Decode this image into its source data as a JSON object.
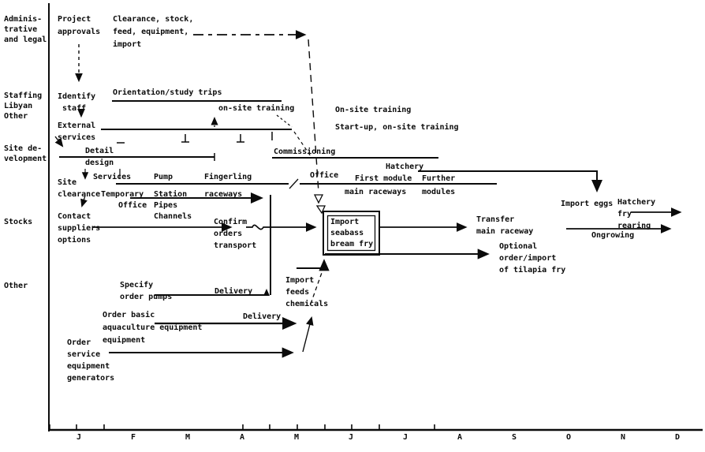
{
  "categories": {
    "admin": "Adminis-\ntrative\nand legal",
    "staffing": "Staffing\nLibyan\nOther",
    "site_development": "Site de-\nvelopment",
    "stocks": "Stocks",
    "other": "Other"
  },
  "labels": {
    "project_approvals": "Project\napprovals",
    "clearance_stock": "Clearance, stock,\nfeed, equipment,\nimport",
    "identify_staff": "Identify\n staff",
    "orientation_study_trips": "Orientation/study trips",
    "on_site_training_small": "on-site training",
    "external_services": "External\nservices",
    "on_site_training": "On-site training",
    "startup_training": "Start-up, on-site training",
    "detail_design": "Detail\ndesign",
    "commissioning": "Commissioning",
    "office_node": "Office",
    "hatchery": "Hatchery",
    "services": "Services",
    "temporary": "Temporary",
    "temp_office": "Office",
    "pump": "Pump",
    "station": "Station",
    "pipes": "Pipes",
    "channels": "Channels",
    "fingerling": "Fingerling",
    "raceways": "raceways",
    "first_module": "First module",
    "main_raceways": "main raceways",
    "further": "Further",
    "modules": "modules",
    "site_clearance": "Site\nclearance",
    "contact_suppliers": "Contact\nsuppliers\noptions",
    "confirm_orders": "Confirm\norders\ntransport",
    "import_box": "Import\nseabass\nbream fry",
    "transfer": "Transfer\nmain raceway",
    "optional_tilapia": "Optional\norder/import\nof tilapia fry",
    "import_eggs": "Import eggs",
    "hatchery_fry_rearing": "Hatchery\nfry\nrearing",
    "ongrowing": "Ongrowing",
    "import_feeds": "Import\nfeeds\nchemicals",
    "specify": "Specify",
    "order_pumps": "order pumps",
    "delivery_pumps": "Delivery",
    "delivery_equipment": "Delivery",
    "order_basic": "Order basic\naquaculture equipment\nequipment",
    "order_service": "Order\nservice\nequipment\ngenerators"
  },
  "timeline": {
    "months": [
      "J",
      "F",
      "M",
      "A",
      "M",
      "J",
      "J",
      "A",
      "S",
      "O",
      "N",
      "D"
    ]
  }
}
